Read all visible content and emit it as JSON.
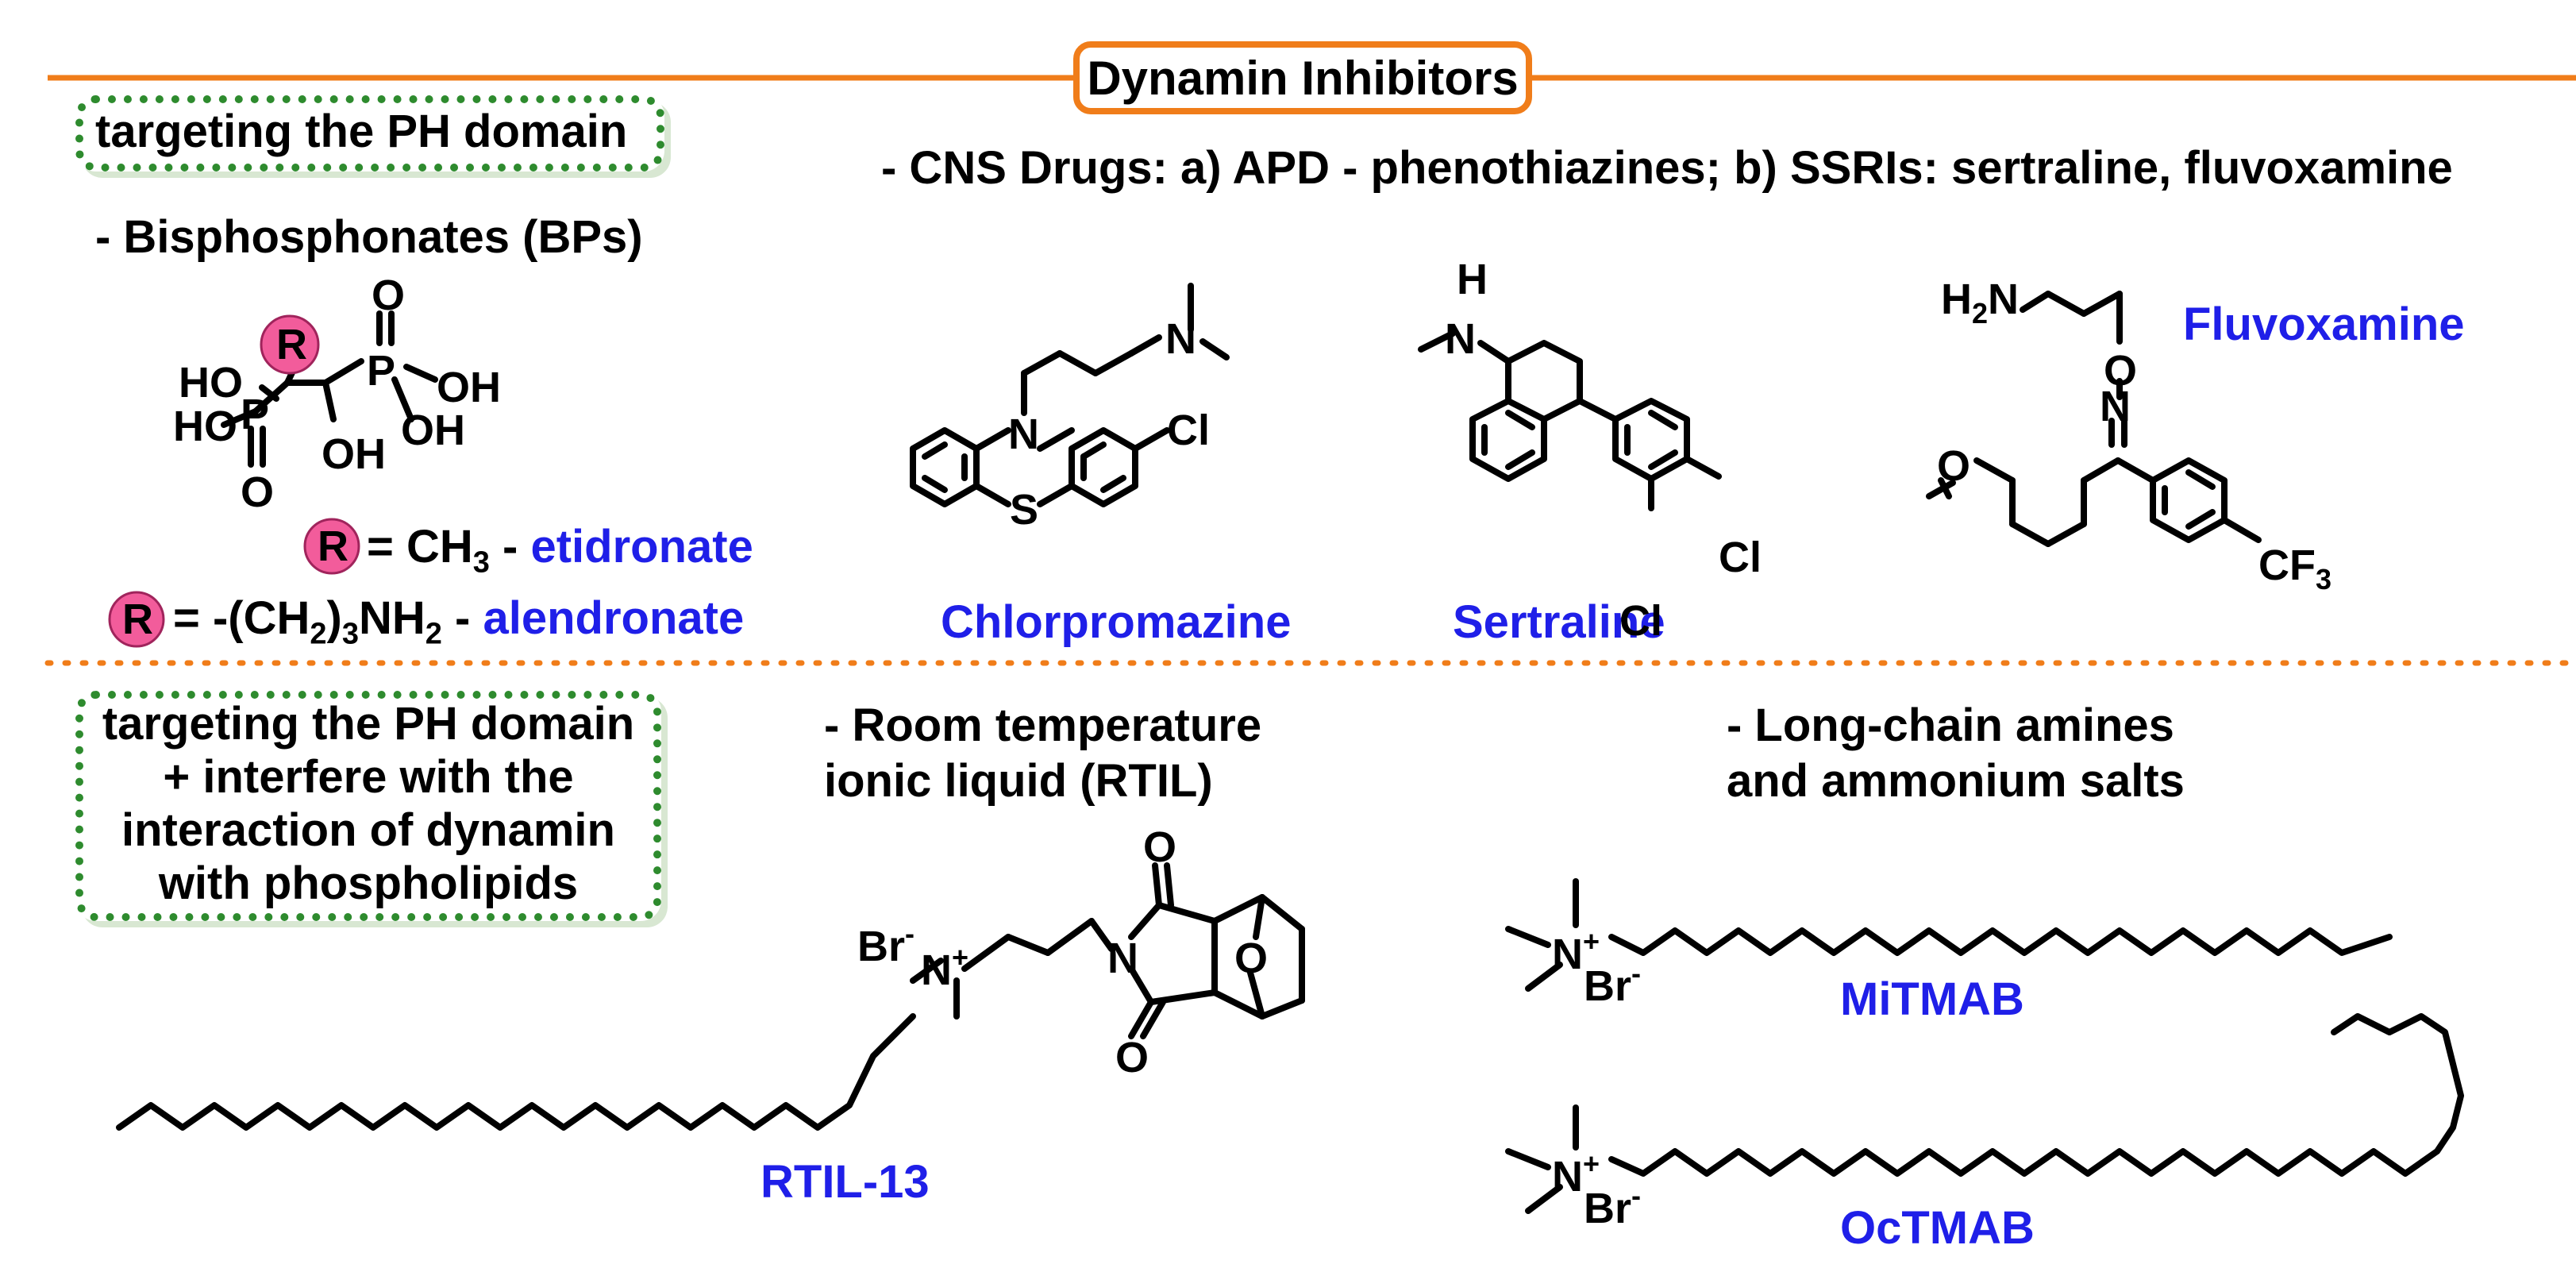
{
  "title": "Dynamin Inhibitors",
  "colors": {
    "orange_line": "#f07d1a",
    "green_box": "#2e8b2e",
    "name_blue": "#1f1fe8",
    "r_group": "#f25c9b"
  },
  "top_left": {
    "box_label": "targeting the PH domain",
    "heading": "- Bisphosphonates (BPs)",
    "etidronate_lhs": "= CH",
    "etidronate_sub": "3",
    "etidronate_dash": " - ",
    "etidronate_name": "etidronate",
    "alendronate_lhs": "= -(CH",
    "alendronate_sub1": "2",
    "alendronate_mid": ")",
    "alendronate_sub2": "3",
    "alendronate_nh": "NH",
    "alendronate_sub3": "2",
    "alendronate_dash": " - ",
    "alendronate_name": "alendronate",
    "r_label": "R"
  },
  "top_right": {
    "heading": "- CNS Drugs: a) APD - phenothiazines; b) SSRIs: sertraline, fluvoxamine",
    "names": [
      "Chlorpromazine",
      "Sertraline",
      "Fluvoxamine"
    ]
  },
  "bottom_left": {
    "box_lines": [
      "targeting the PH domain",
      "+ interfere with the",
      "interaction of dynamin",
      "with phospholipids"
    ]
  },
  "bottom_mid": {
    "heading_lines": [
      "- Room temperature",
      "ionic liquid (RTIL)"
    ],
    "name": "RTIL-13"
  },
  "bottom_right": {
    "heading_lines": [
      "- Long-chain amines",
      "and ammonium salts"
    ],
    "names": [
      "MiTMAB",
      "OcTMAB"
    ]
  },
  "atom_labels": {
    "o": "O",
    "oh": "OH",
    "ho": "HO",
    "p": "P",
    "n": "N",
    "s": "S",
    "cl": "Cl",
    "h": "H",
    "h2n_h": "H",
    "h2n_2": "2",
    "h2n_n": "N",
    "cf": "CF",
    "cf_3": "3",
    "br": "Br",
    "minus": "-",
    "plus": "+"
  }
}
